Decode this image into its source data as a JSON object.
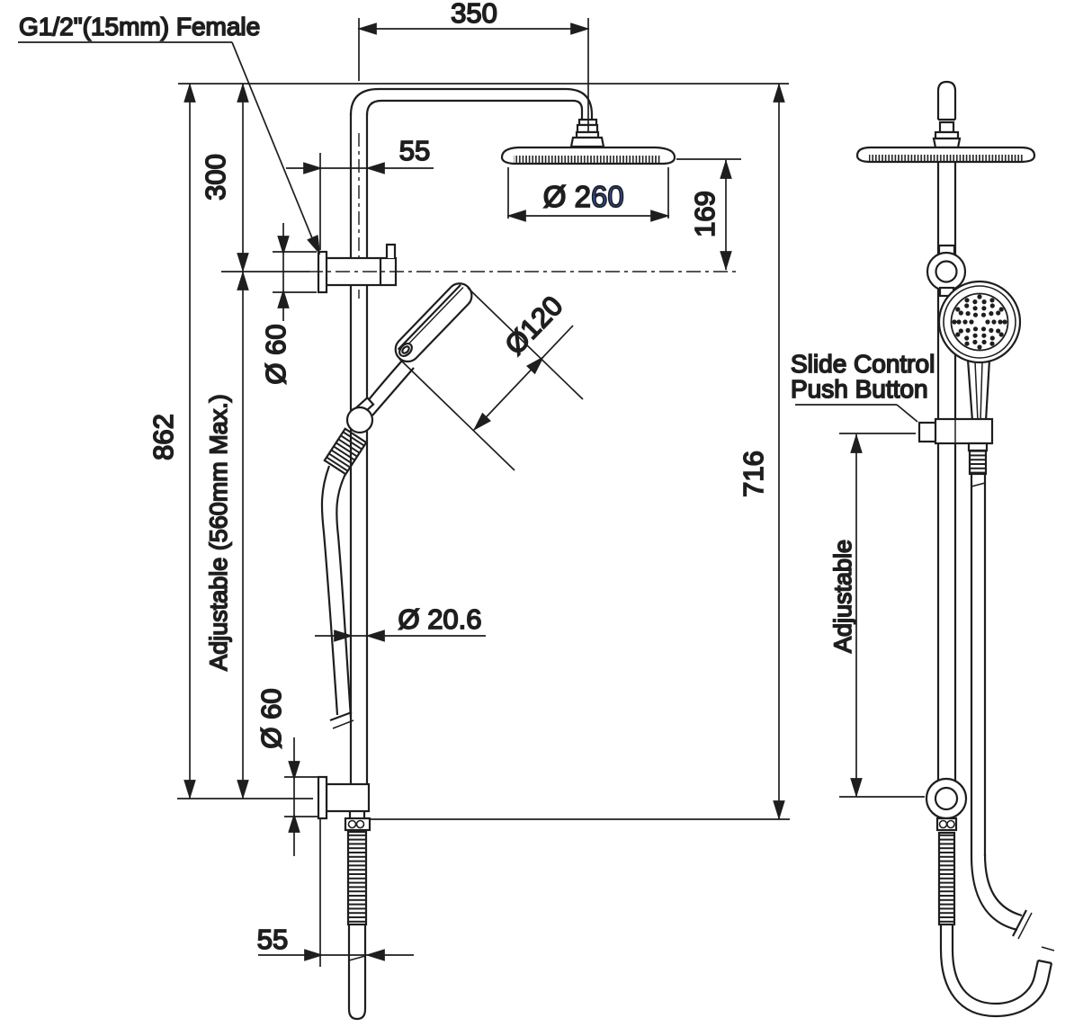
{
  "title": "Twin shower column technical drawing (side view and front view)",
  "labels": {
    "inlet": "G1/2\"(15mm) Female",
    "slide_line1": "Slide Control",
    "slide_line2": "Push Button",
    "adjustable_right": "Adjustable"
  },
  "dimensions": {
    "arm_reach": "350",
    "top_to_inlet": "300",
    "inlet_to_rail": "55",
    "overhead_dia_black": "Ø 2",
    "overhead_dia_blue": "60",
    "head_drop": "169",
    "inlet_flange_dia": "Ø 60",
    "handshower_dia": "Ø120",
    "column_height": "862",
    "rail_adjustable": "Adjustable (560mm Max.)",
    "rail_dia": "Ø 20.6",
    "outlet_flange_dia": "Ø 60",
    "outlet_offset": "55",
    "drop_height": "716"
  },
  "colors": {
    "line": "#1e1e1e",
    "dim_accent_blue": "#2b55c4",
    "background": "#ffffff"
  }
}
